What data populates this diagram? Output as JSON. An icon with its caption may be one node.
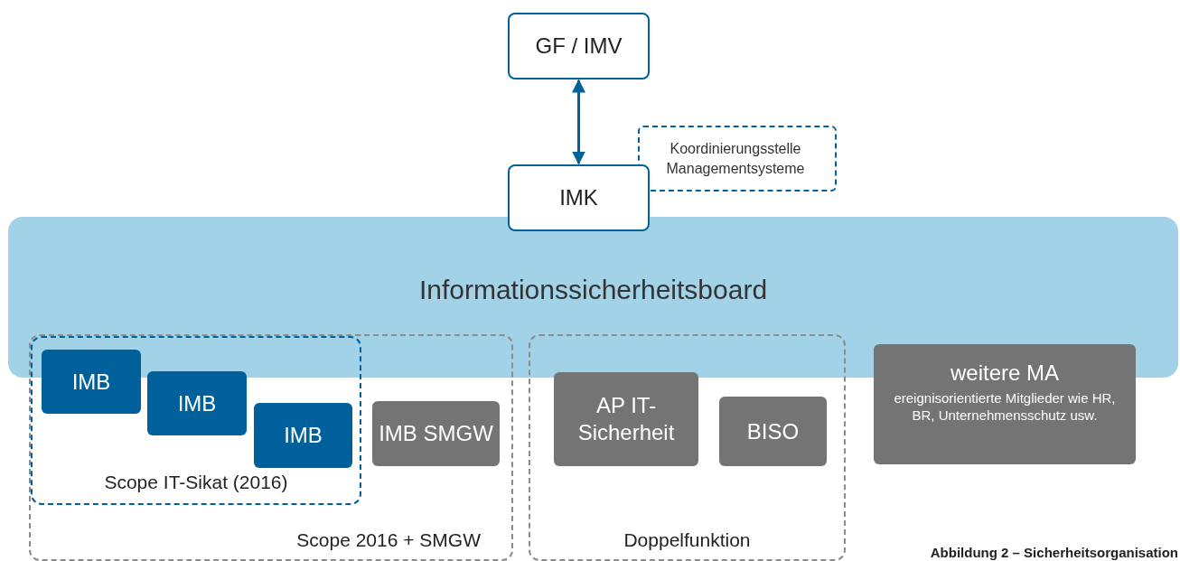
{
  "diagram": {
    "caption": "Abbildung 2 – Sicherheitsorganisation",
    "nodes": [
      {
        "text": [
          "GF / IMV"
        ]
      },
      {
        "text": [
          "IMK"
        ]
      },
      {
        "text": [
          "Koordinierungsstelle Managementsysteme"
        ]
      },
      {
        "text": [
          "Informationssicherheitsboard"
        ]
      },
      {
        "text": [
          "Scope 2016 + SMGW"
        ]
      },
      {
        "text": [
          "Scope IT-Sikat (2016)"
        ],
        "in": 4
      },
      {
        "text": [
          "IMB"
        ],
        "in": 5
      },
      {
        "text": [
          "IMB"
        ],
        "in": 5
      },
      {
        "text": [
          "IMB"
        ],
        "in": 5
      },
      {
        "text": [
          "IMB SMGW"
        ],
        "in": 4
      },
      {
        "text": [
          "Doppelfunktion"
        ]
      },
      {
        "text": [
          "AP IT-Sicherheit"
        ],
        "in": 10
      },
      {
        "text": [
          "BISO"
        ],
        "in": 10
      },
      {
        "text": [
          "weitere MA",
          "ereignisorientierte Mitglieder wie HR, BR, Unternehmensschutz usw."
        ]
      }
    ],
    "edges": [
      {
        "from": 0,
        "to": 1,
        "arrow": "both"
      }
    ]
  }
}
